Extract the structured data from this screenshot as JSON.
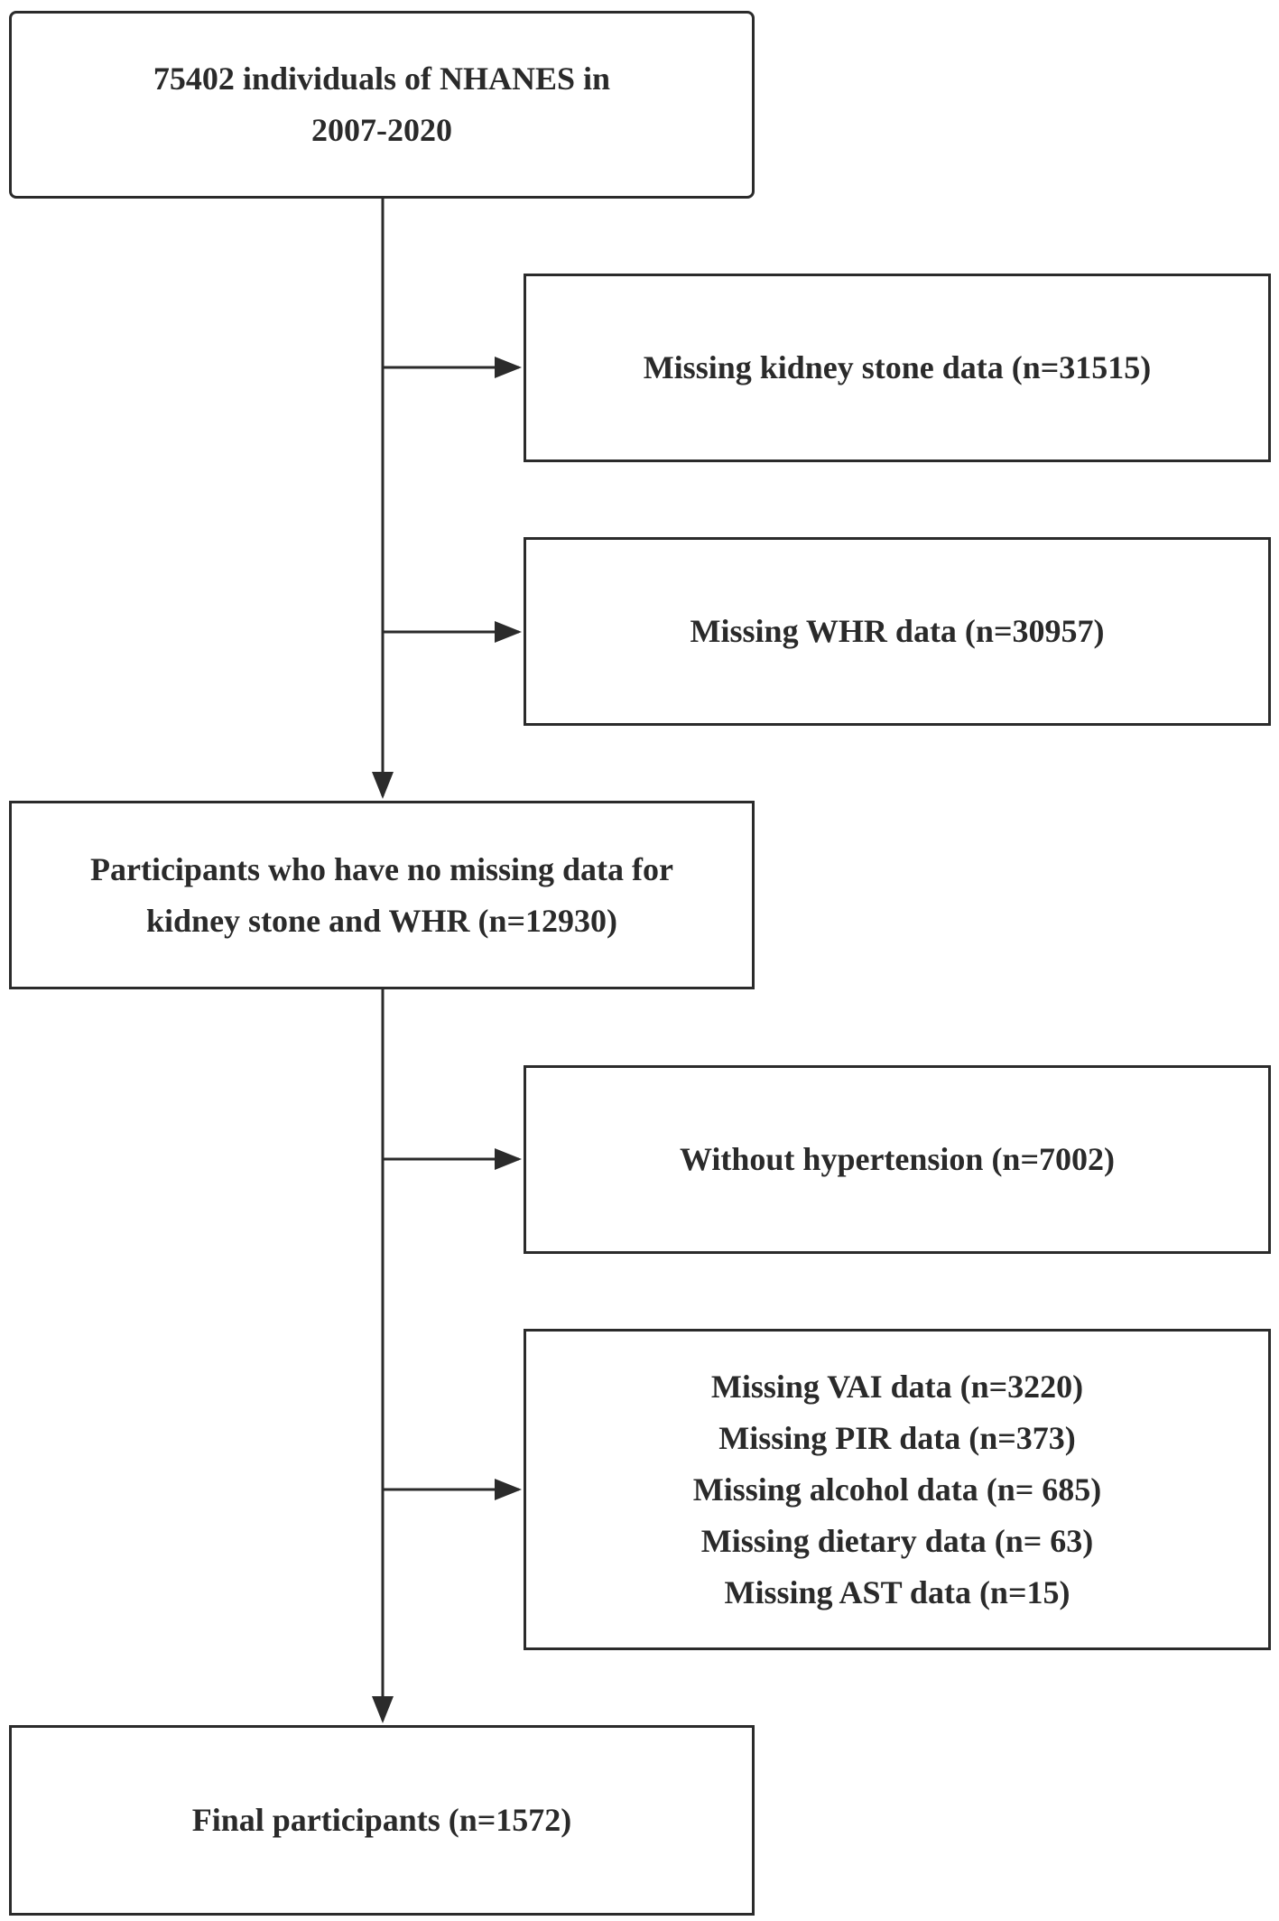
{
  "flowchart": {
    "start": {
      "lines": [
        "75402 individuals of NHANES in",
        "2007-2020"
      ]
    },
    "exclusion_1": {
      "lines": [
        "Missing kidney stone data (n=31515)"
      ]
    },
    "exclusion_2": {
      "lines": [
        "Missing WHR data (n=30957)"
      ]
    },
    "intermediate": {
      "lines": [
        "Participants who have no missing data for",
        "kidney stone and WHR (n=12930)"
      ]
    },
    "exclusion_3": {
      "lines": [
        "Without hypertension (n=7002)"
      ]
    },
    "exclusion_4": {
      "lines": [
        "Missing VAI data (n=3220)",
        "Missing PIR data (n=373)",
        "Missing alcohol data (n= 685)",
        "Missing dietary data (n= 63)",
        "Missing AST data (n=15)"
      ]
    },
    "final": {
      "lines": [
        "Final participants (n=1572)"
      ]
    }
  },
  "colors": {
    "line": "#2b2b2b",
    "text": "#2a2a2a",
    "background": "#ffffff"
  }
}
